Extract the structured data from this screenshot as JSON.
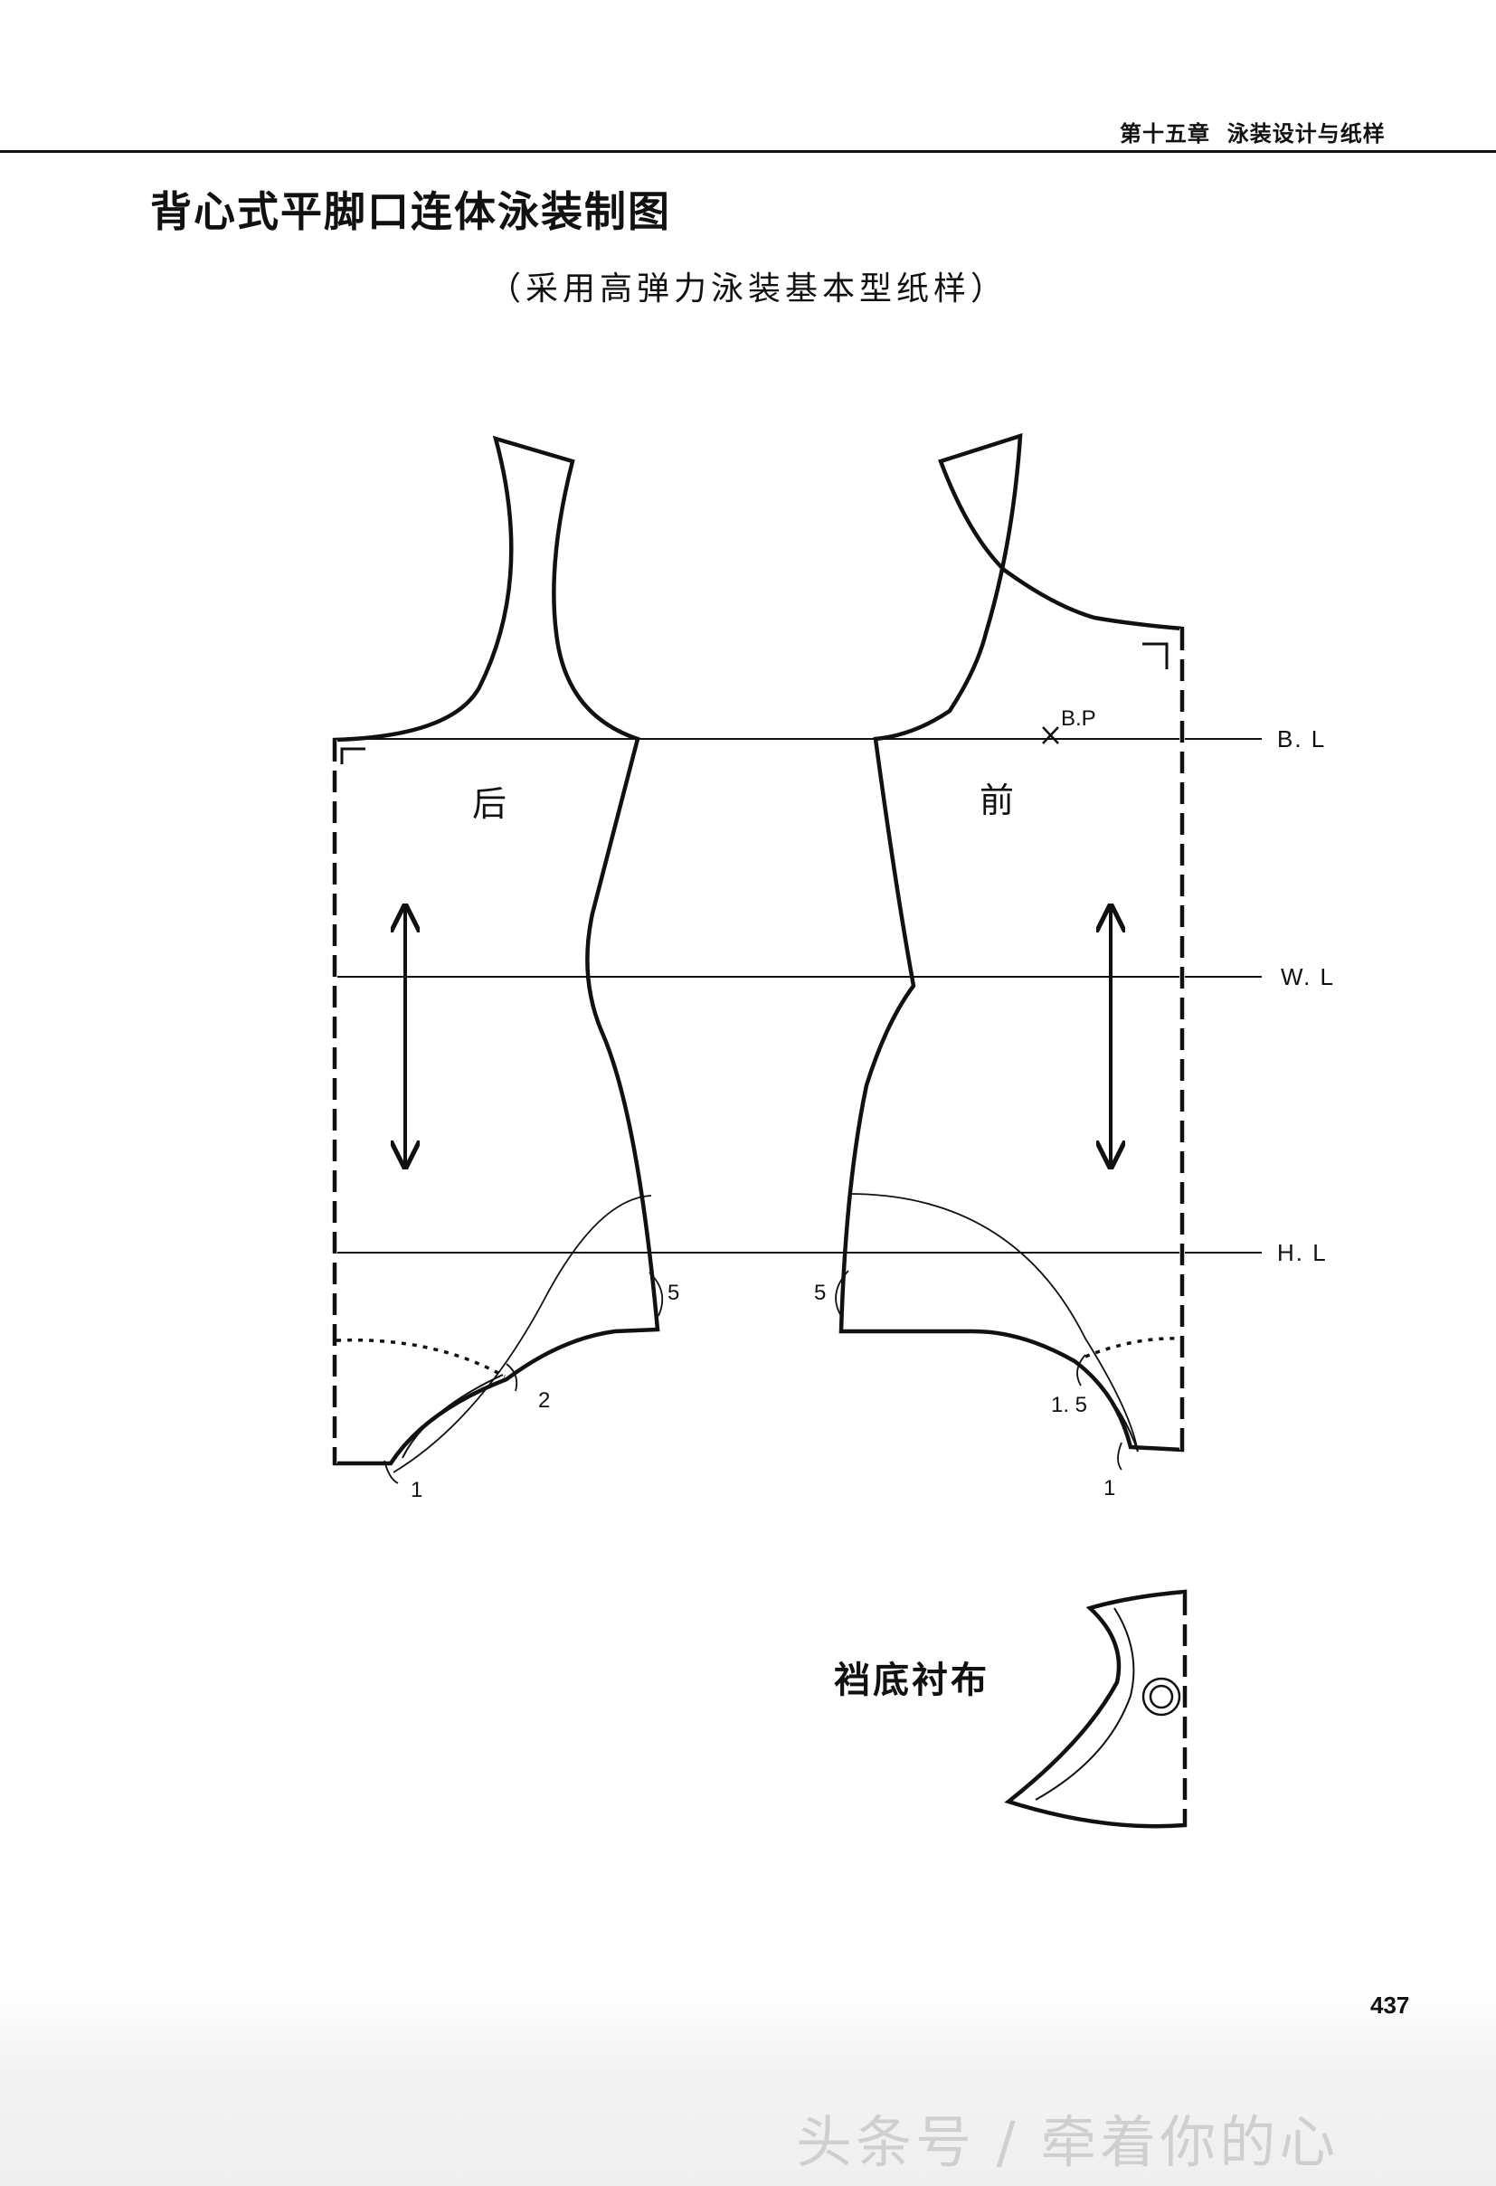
{
  "header": {
    "chapter": "第十五章  泳装设计与纸样"
  },
  "title": "背心式平脚口连体泳装制图",
  "subtitle": "（采用高弹力泳装基本型纸样）",
  "pieces": {
    "back": "后",
    "front": "前",
    "gusset": "裆底衬布"
  },
  "reference_lines": {
    "bust": "B. L",
    "waist": "W. L",
    "hip": "H. L"
  },
  "bust_point": "B.P",
  "measurements": {
    "back_side": "5",
    "front_side": "5",
    "back_curve": "2",
    "front_curve": "1. 5",
    "back_hem": "1",
    "front_hem": "1"
  },
  "page_number": "437",
  "watermark": "头条号 / 牵着你的心"
}
